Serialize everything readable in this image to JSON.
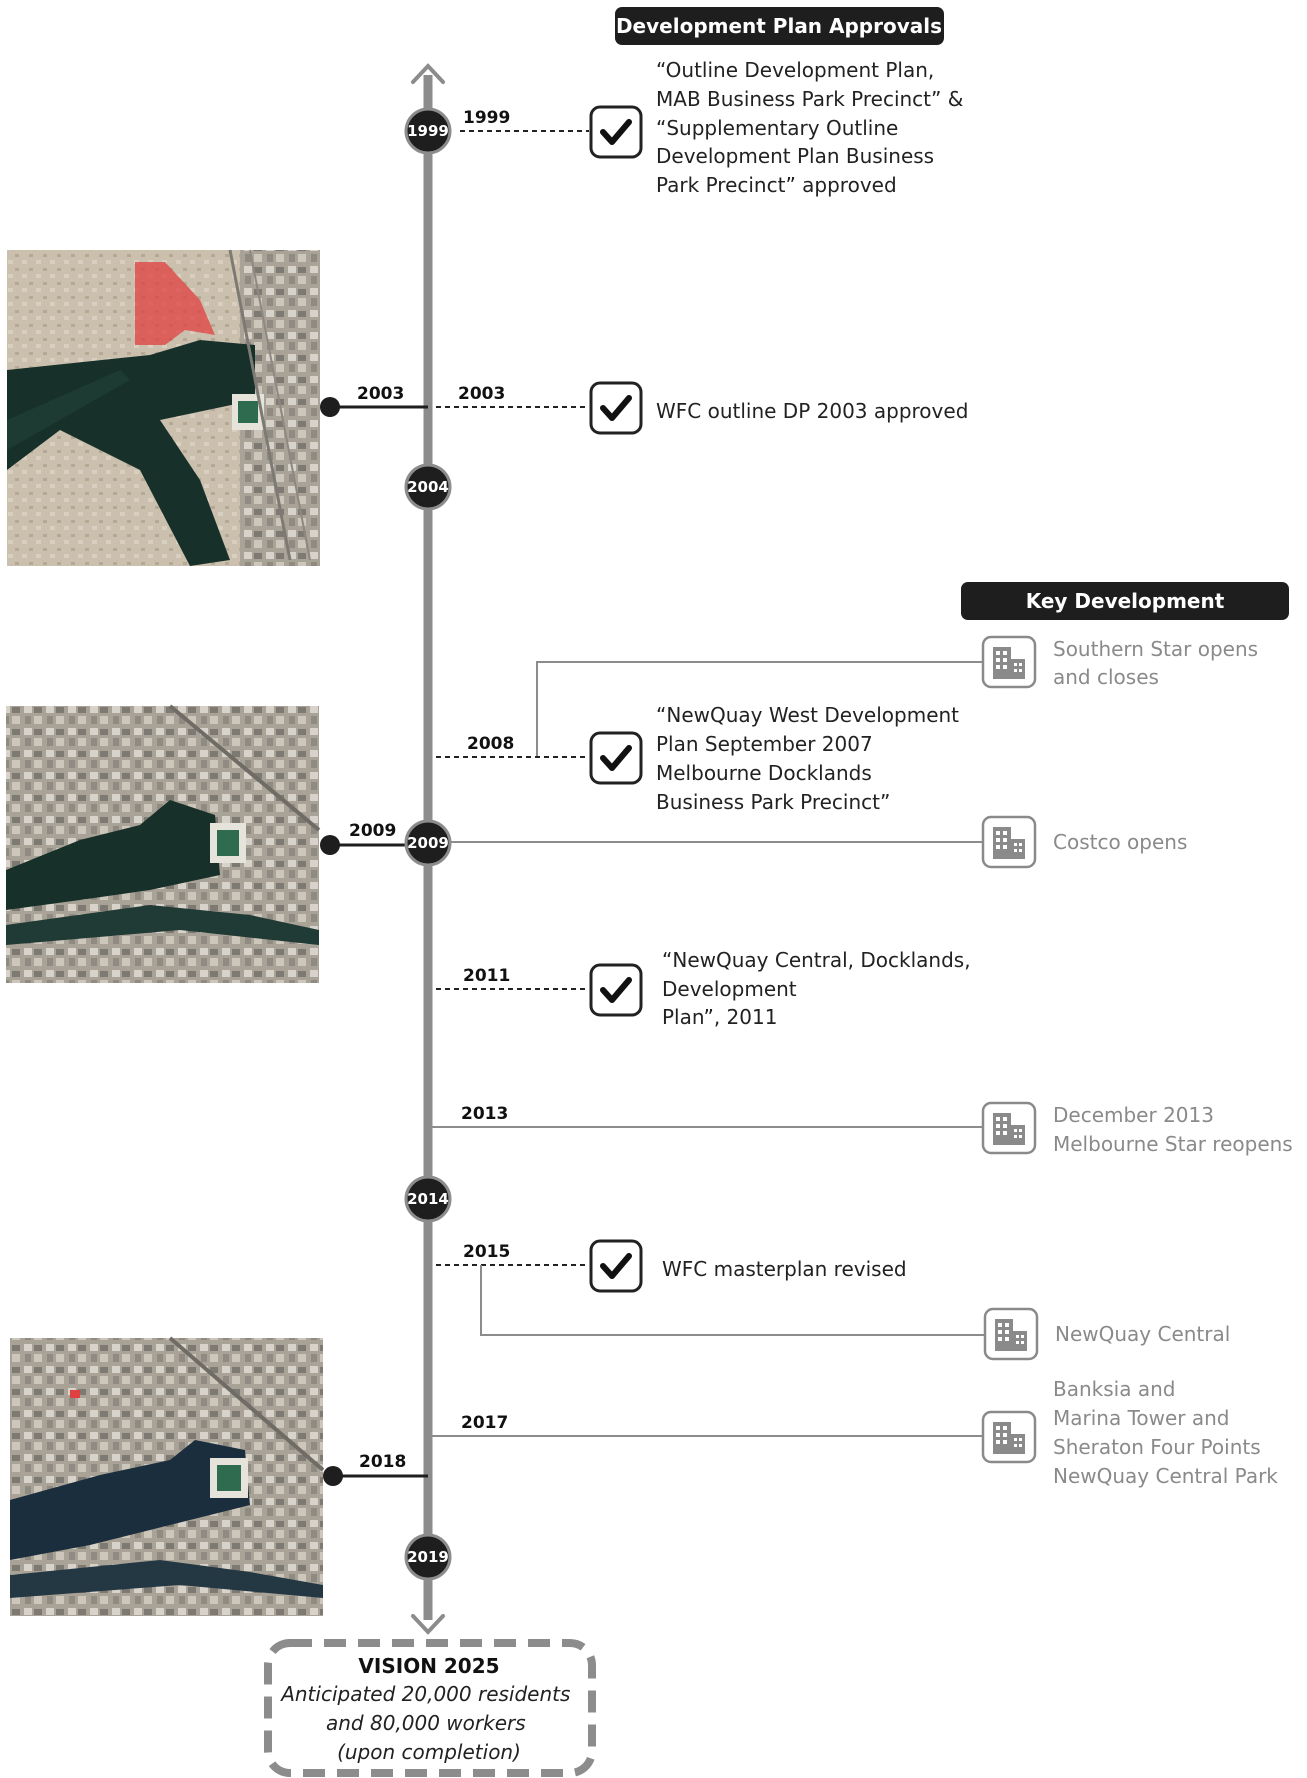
{
  "headers": {
    "plans": "Development Plan Approvals",
    "dev": "Key Development"
  },
  "nodes": [
    "1999",
    "2004",
    "2009",
    "2014",
    "2019"
  ],
  "left_markers": [
    "2003",
    "2009",
    "2018"
  ],
  "plans": [
    {
      "year": "1999",
      "lines": [
        "“Outline Development Plan,",
        "MAB Business Park Precinct” &",
        "“Supplementary Outline",
        "Development Plan Business",
        "Park Precinct” approved"
      ]
    },
    {
      "year": "2003",
      "lines": [
        "WFC outline DP 2003 approved"
      ]
    },
    {
      "year": "2008",
      "lines": [
        "“NewQuay West Development",
        "Plan September 2007",
        "Melbourne Docklands",
        "Business Park Precinct”"
      ]
    },
    {
      "year": "2011",
      "lines": [
        "“NewQuay Central, Docklands,",
        "Development",
        "Plan”, 2011"
      ]
    },
    {
      "year": "2015",
      "lines": [
        "WFC masterplan revised"
      ]
    }
  ],
  "developments": [
    {
      "year": "2008",
      "lines": [
        "Southern  Star opens",
        "and closes"
      ]
    },
    {
      "year": "2009",
      "lines": [
        "Costco opens"
      ]
    },
    {
      "year": "2013",
      "lines": [
        "December 2013",
        "Melbourne Star reopens"
      ]
    },
    {
      "year": "2015",
      "lines": [
        "NewQuay Central"
      ]
    },
    {
      "year": "2017",
      "lines": [
        "Banksia and",
        "Marina Tower and",
        "Sheraton Four Points",
        "NewQuay Central Park"
      ]
    }
  ],
  "vision": {
    "title": "VISION 2025",
    "lines": [
      "Anticipated 20,000 residents",
      "and 80,000 workers",
      "(upon completion)"
    ]
  },
  "colors": {
    "axis": "#8c8c8c",
    "node": "#1e1e1e",
    "header_bg": "#1e1e1e",
    "dev_text": "#8a8a8a",
    "water": "#17302a",
    "land": "#b9ad9c",
    "highlight": "#e04040"
  },
  "icons": {
    "approval": "checkbox-check-icon",
    "development": "building-icon"
  }
}
